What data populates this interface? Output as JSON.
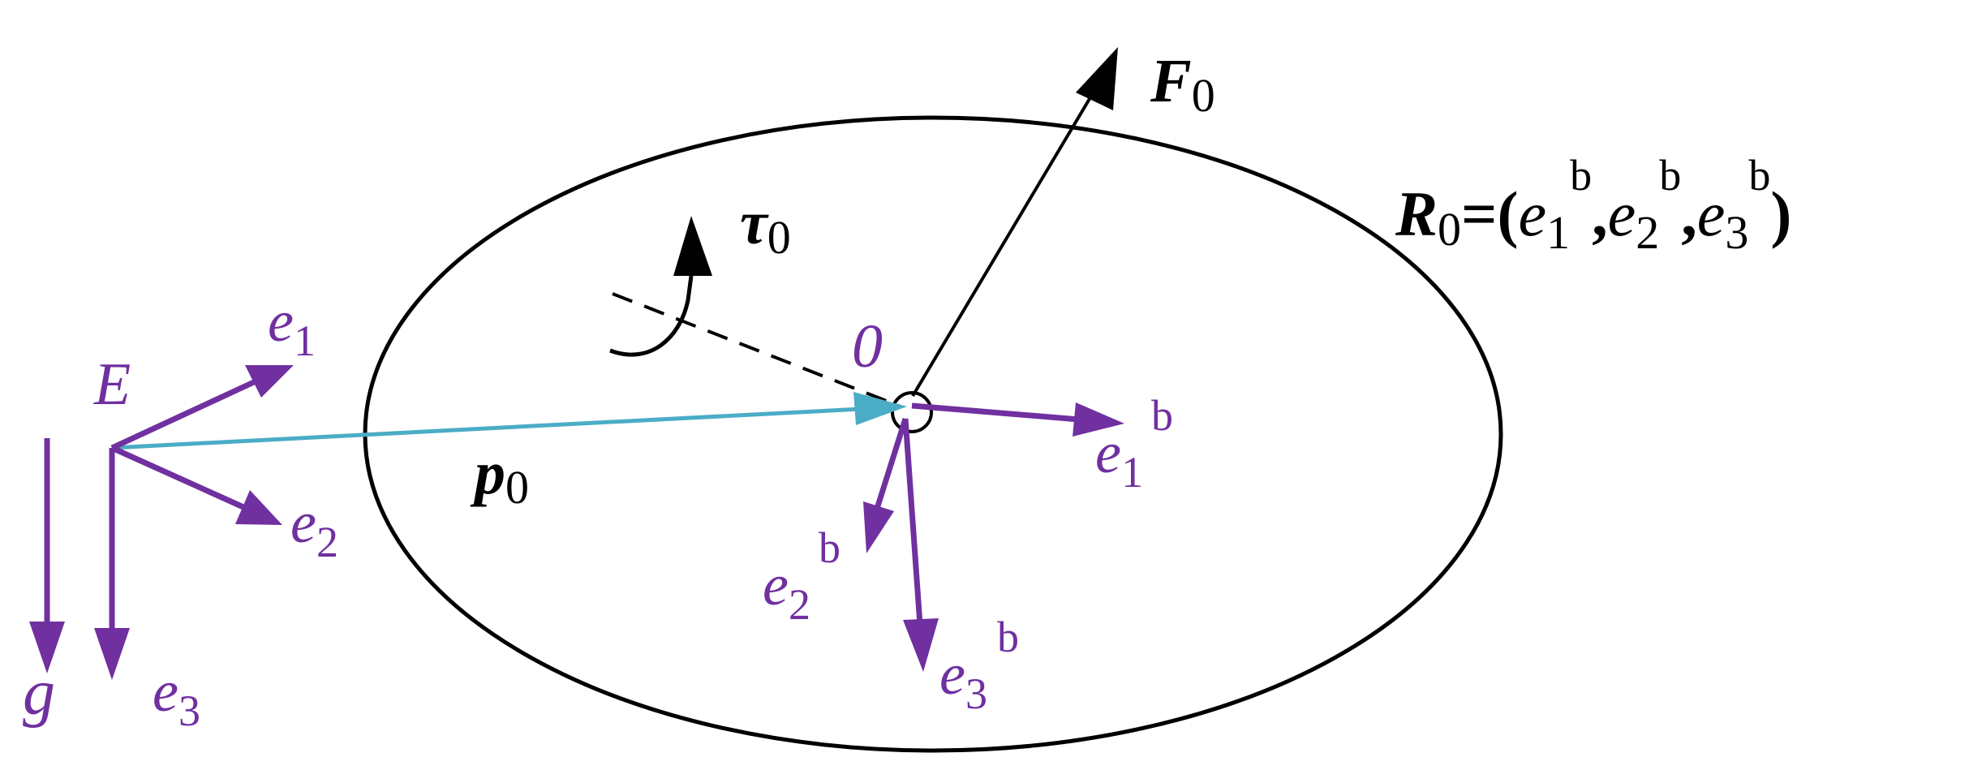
{
  "colors": {
    "purple": "#7030A0",
    "cyan": "#4BACC6",
    "black": "#000000"
  },
  "labels": {
    "E": "E",
    "e": "e",
    "g": "g",
    "sub1": "1",
    "sub2": "2",
    "sub3": "3",
    "sub0": "0",
    "sup_b": "b",
    "origin": "0",
    "F": "F",
    "tau": "τ",
    "p": "p",
    "R": "R",
    "eq_open": "=(",
    "comma": ",",
    "close": ")"
  }
}
